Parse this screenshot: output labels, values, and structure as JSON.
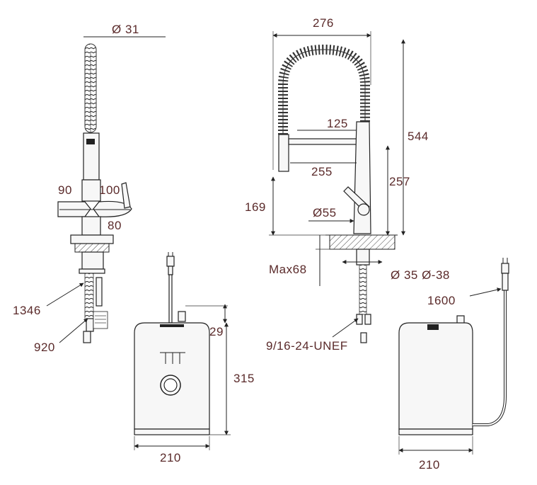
{
  "dimensions": {
    "front_diameter": "Ø 31",
    "front_left_width": "90",
    "front_right_width": "100",
    "front_base": "80",
    "hose_length": "1346",
    "cable_length": "920",
    "side_total_width": "276",
    "side_total_height": "544",
    "spray_reach": "125",
    "spout_reach": "255",
    "spout_height": "257",
    "lever_height": "169",
    "base_diameter": "Ø55",
    "max_thickness": "Max68",
    "hole_diameter": "Ø 35 Ø-38",
    "thread": "9/16-24-UNEF",
    "cord_length": "1600",
    "boiler_top_offset": "29",
    "boiler_height": "315",
    "boiler_width_left": "210",
    "boiler_width_right": "210"
  }
}
